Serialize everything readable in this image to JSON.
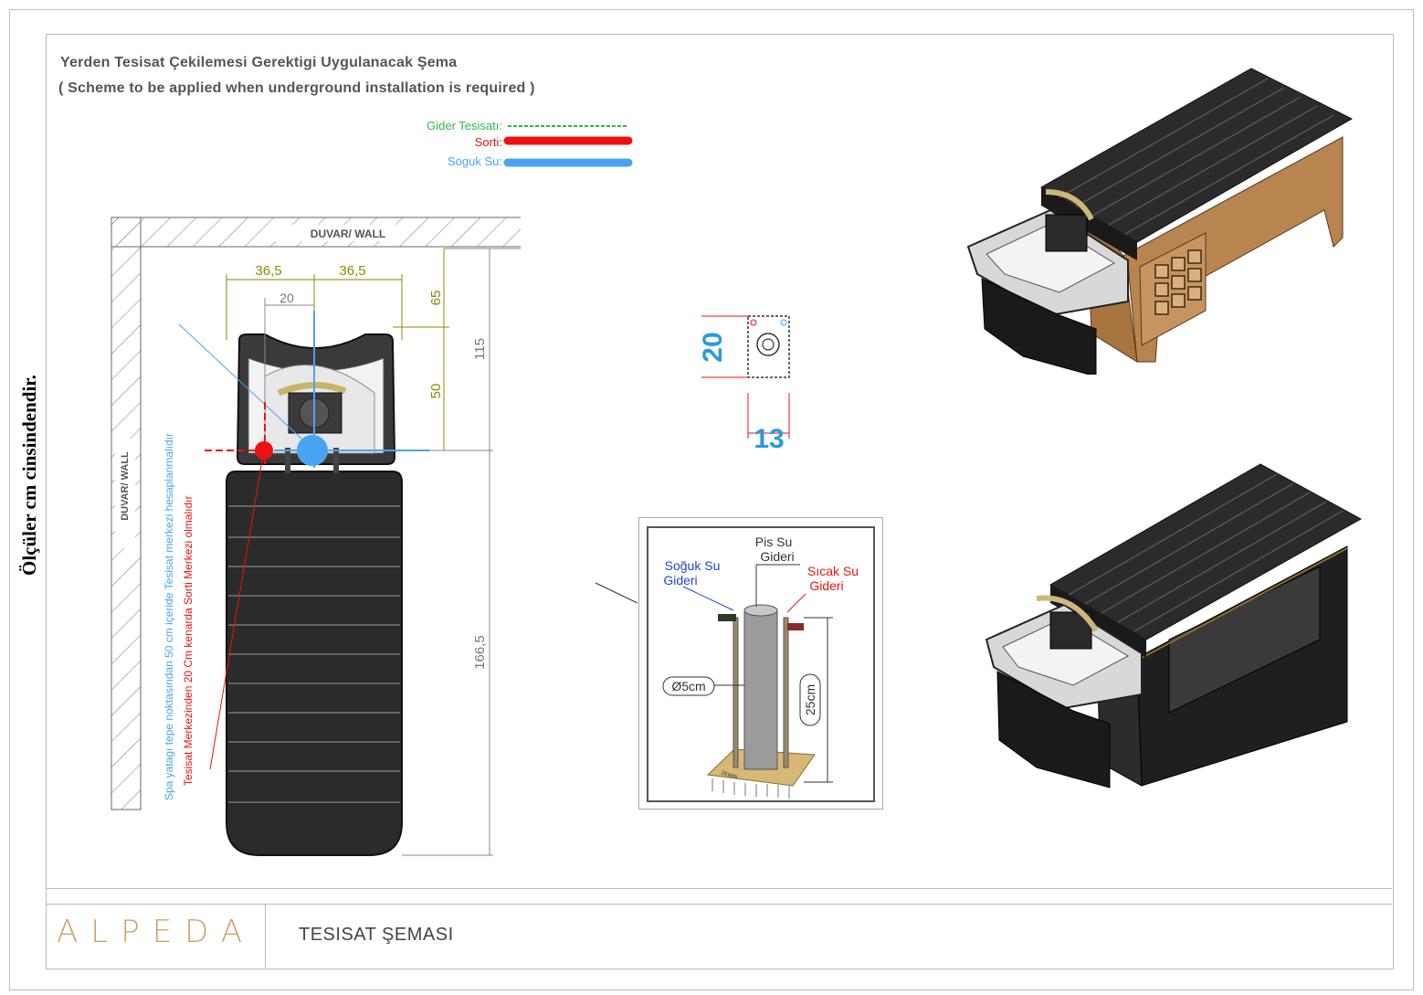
{
  "header": {
    "title_tr": "Yerden  Tesisat Çekilemesi Gerektigi  Uygulanacak Şema",
    "title_en": "( Scheme to be applied when underground installation is required )"
  },
  "side_note": "Ölçüler cm cinsindendir.",
  "legend": [
    {
      "label": "Gider Tesisatı:",
      "color": "#2db84a",
      "style": "dashed"
    },
    {
      "label": "Sorti:",
      "color": "#ee1111",
      "style": "solid"
    },
    {
      "label": "Soguk Su:",
      "color": "#4aa3f5",
      "style": "solid"
    }
  ],
  "plan": {
    "wall_top_label": "DUVAR/ WALL",
    "wall_left_label": "DUVAR/ WALL",
    "dim_left": "36,5",
    "dim_right": "36,5",
    "dim_center": "20",
    "dim_65": "65",
    "dim_50": "50",
    "dim_115": "115",
    "dim_166": "166,5",
    "note_blue": "Spa yatagı tepe noktasından 50 cm içeride  Tesisat merkezi hesaplanmalıdır",
    "note_red": "Tesisat Merkezinden 20 Cm kenarda  Sorti Merkezi olmalıdır"
  },
  "box_detail": {
    "dim_height": "20",
    "dim_width": "13"
  },
  "pipe_detail": {
    "label_waste": "Pis Su\nGideri",
    "label_cold": "Soğuk Su\nGideri",
    "label_hot": "Sıcak Su\nGideri",
    "label_diameter": "Ø5cm",
    "label_height": "25cm",
    "label_floor": "ZEMİN"
  },
  "title_block": {
    "logo": "ALPEDA",
    "drawing_title": "TESISAT ŞEMASI"
  },
  "colors": {
    "green": "#2db84a",
    "red": "#ee1111",
    "blue": "#4aa3f5",
    "dim_olive": "#8a8a00",
    "logo": "#c9a36b"
  }
}
